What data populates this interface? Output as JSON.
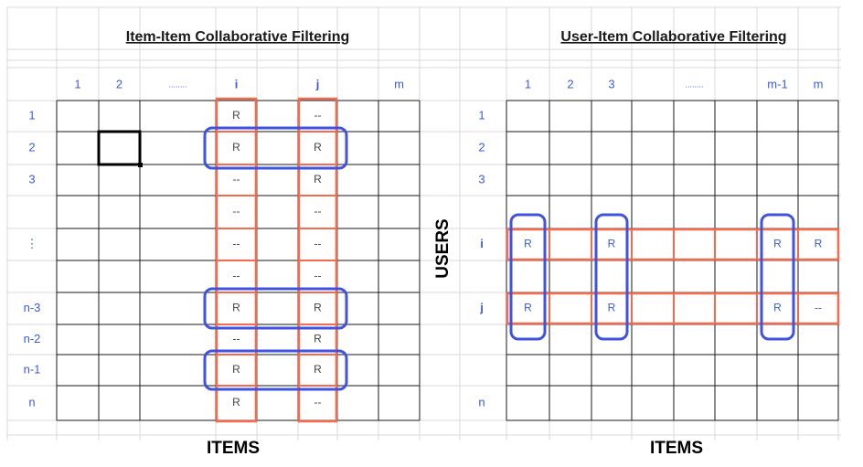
{
  "item_item": {
    "title": "Item-Item Collaborative Filtering",
    "column_headers": [
      "1",
      "2",
      "........",
      "i",
      "",
      "j",
      "",
      "m"
    ],
    "row_headers": [
      "1",
      "2",
      "3",
      "",
      "⋮",
      "",
      "n-3",
      "n-2",
      "n-1",
      "n"
    ],
    "column_i_cells": [
      "R",
      "R",
      "--",
      "--",
      "--",
      "--",
      "R",
      "--",
      "R",
      "R"
    ],
    "column_j_cells": [
      "--",
      "R",
      "R",
      "--",
      "--",
      "--",
      "R",
      "R",
      "R",
      "--"
    ],
    "axis_label": "ITEMS"
  },
  "user_item": {
    "title": "User-Item Collaborative Filtering",
    "column_headers": [
      "1",
      "2",
      "3",
      "",
      "........",
      "",
      "m-1",
      "m"
    ],
    "row_headers": [
      "1",
      "2",
      "3",
      "",
      "i",
      "",
      "j",
      "",
      "",
      "n"
    ],
    "row_i_cells": [
      "R",
      "",
      "R",
      "",
      "",
      "",
      "R",
      "R"
    ],
    "row_j_cells": [
      "R",
      "",
      "R",
      "",
      "",
      "",
      "R",
      "--"
    ],
    "users_label": "USERS",
    "axis_label": "ITEMS"
  },
  "colors": {
    "header_blue": "#3b5bdb",
    "highlight_orange": "#f26b4f",
    "group_blue": "#4052e0",
    "grid_dark": "#1a1a1a",
    "grid_light": "#d9d9d9"
  }
}
